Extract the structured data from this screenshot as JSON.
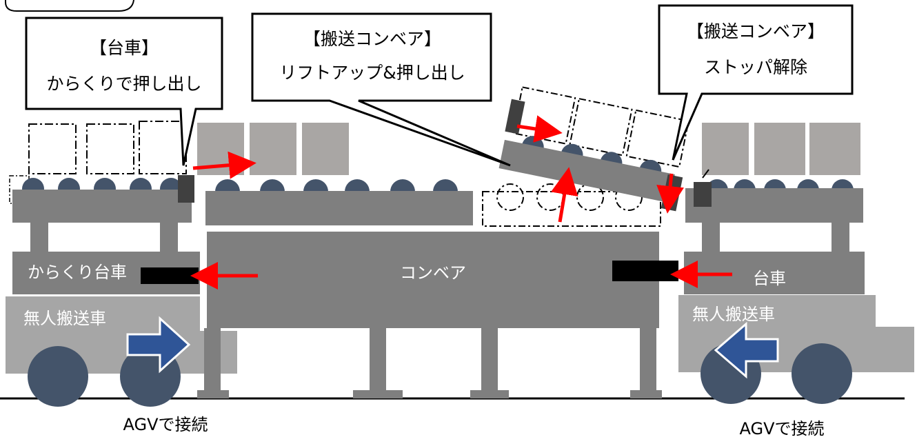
{
  "callouts": {
    "left": {
      "line1": "【台車】",
      "line2": "からくりで押し出し"
    },
    "middle": {
      "line1": "【搬送コンベア】",
      "line2": "リフトアップ&押し出し"
    },
    "right": {
      "line1": "【搬送コンベア】",
      "line2": "ストッパ解除"
    }
  },
  "labels": {
    "left_cart": "からくり台車",
    "conveyor": "コンベア",
    "right_cart": "台車",
    "left_agv": "無人搬送車",
    "right_agv": "無人搬送車"
  },
  "captions": {
    "left": "AGVで接続",
    "right": "AGVで接続"
  },
  "colors": {
    "dark_gray": "#7f7f7f",
    "light_gray": "#a6a6a6",
    "box_gray": "#a9a6a4",
    "roller": "#44546a",
    "stopper": "#404040",
    "arrow_red": "#ff0000",
    "arrow_blue": "#2f5597"
  }
}
